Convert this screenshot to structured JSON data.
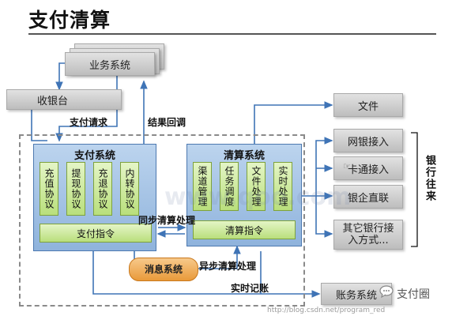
{
  "title": "支付清算",
  "nodes": {
    "business_system": "业务系统",
    "cashier": "收银台",
    "payment_system": {
      "title": "支付系统",
      "columns": [
        "充值协议",
        "提现协议",
        "充退协议",
        "内转协议"
      ],
      "instruction": "支付指令"
    },
    "clearing_system": {
      "title": "清算系统",
      "columns": [
        "渠道管理",
        "任务调度",
        "文件处理",
        "实时处理"
      ],
      "instruction": "清算指令"
    },
    "message_system": "消息系统",
    "account_system": "账务系统",
    "file": "文件",
    "bank_channels": [
      "网银接入",
      "卡通接入",
      "银企直联",
      "其它银行接入方式..."
    ]
  },
  "labels": {
    "payment_request": "支付请求",
    "result_callback": "结果回调",
    "sync_clearing": "同步清算处理",
    "async_clearing": "异步清算处理",
    "realtime_accounting": "实时记账",
    "bank_exchange": "银行往来"
  },
  "watermarks": {
    "logo_text": "支付圈",
    "url": "http://blog.csdn.net/program_red",
    "center": "www.qoo.com"
  }
}
